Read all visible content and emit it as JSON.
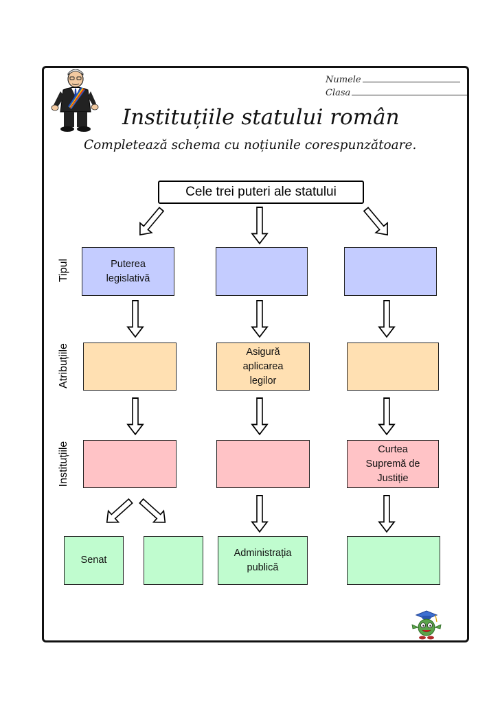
{
  "header": {
    "name_label": "Numele",
    "class_label": "Clasa",
    "title": "Instituțiile statului român",
    "subtitle": "Completează schema cu noțiunile corespunzătoare."
  },
  "root": "Cele trei puteri ale statului",
  "row_labels": [
    "Tipul",
    "Atribuțiile",
    "Instituțiile"
  ],
  "rows": {
    "tipul": [
      "Puterea\nlegislativă",
      "",
      ""
    ],
    "atributiile": [
      "",
      "Asigură\naplicarea\nlegilor",
      ""
    ],
    "institutiile": [
      "",
      "",
      "Curtea\nSupremă de\nJustiție"
    ],
    "subinstitutii": [
      "Senat",
      "",
      "Administrația\npublică",
      ""
    ]
  },
  "colors": {
    "tipul": "#c4ccff",
    "atributiile": "#ffe0b2",
    "institutiile": "#ffc3c6",
    "subinstitutii": "#c0fccf"
  },
  "icons": [
    "politician-figure",
    "graduate-mascot-icon"
  ]
}
